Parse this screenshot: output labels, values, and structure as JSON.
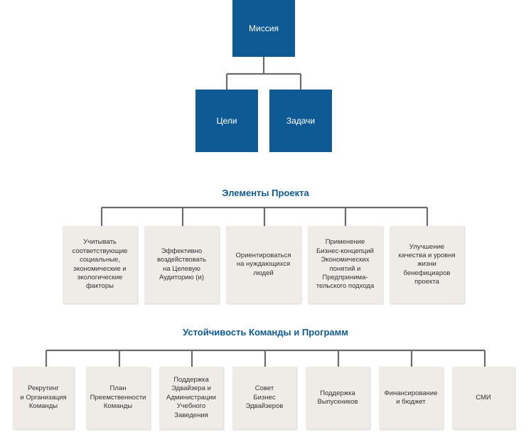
{
  "top": {
    "mission": "Миссия",
    "goals": "Цели",
    "tasks": "Задачи"
  },
  "project_elements": {
    "title": "Элементы Проекта",
    "items": [
      "Учитывать\nсоответствующие\nсоциальные,\nэкономические и\nэкологические\nфакторы",
      "Эффективно\nвоздействовать\nна Целевую\nАудиторию (и)",
      "Ориентироваться\nна нуждающихся\nлюдей",
      "Применение\nБизнес-концепций\nЭкономических\nпонятий и\nПредпринима-\nтельского подхода",
      "Улучшение\nкачества и уровня\nжизни\nбенефициаров\nпроекта"
    ]
  },
  "sustainability": {
    "title": "Устойчивость Команды и Программ",
    "items": [
      "Рекрутинг\nи Организация\nКоманды",
      "План\nПреемственности\nКоманды",
      "Поддержка\nЭдвайзера и\nАдминистрации\nУчебного\nЗаведения",
      "Совет\nБизнес\nЭдвайзеров",
      "Поддержка\nВыпускников",
      "Финансирование\nи бюджет",
      "СМИ"
    ]
  },
  "colors": {
    "accent": "#0e5a95",
    "card_bg": "#efebe6",
    "connector": "#6b6b6b"
  }
}
